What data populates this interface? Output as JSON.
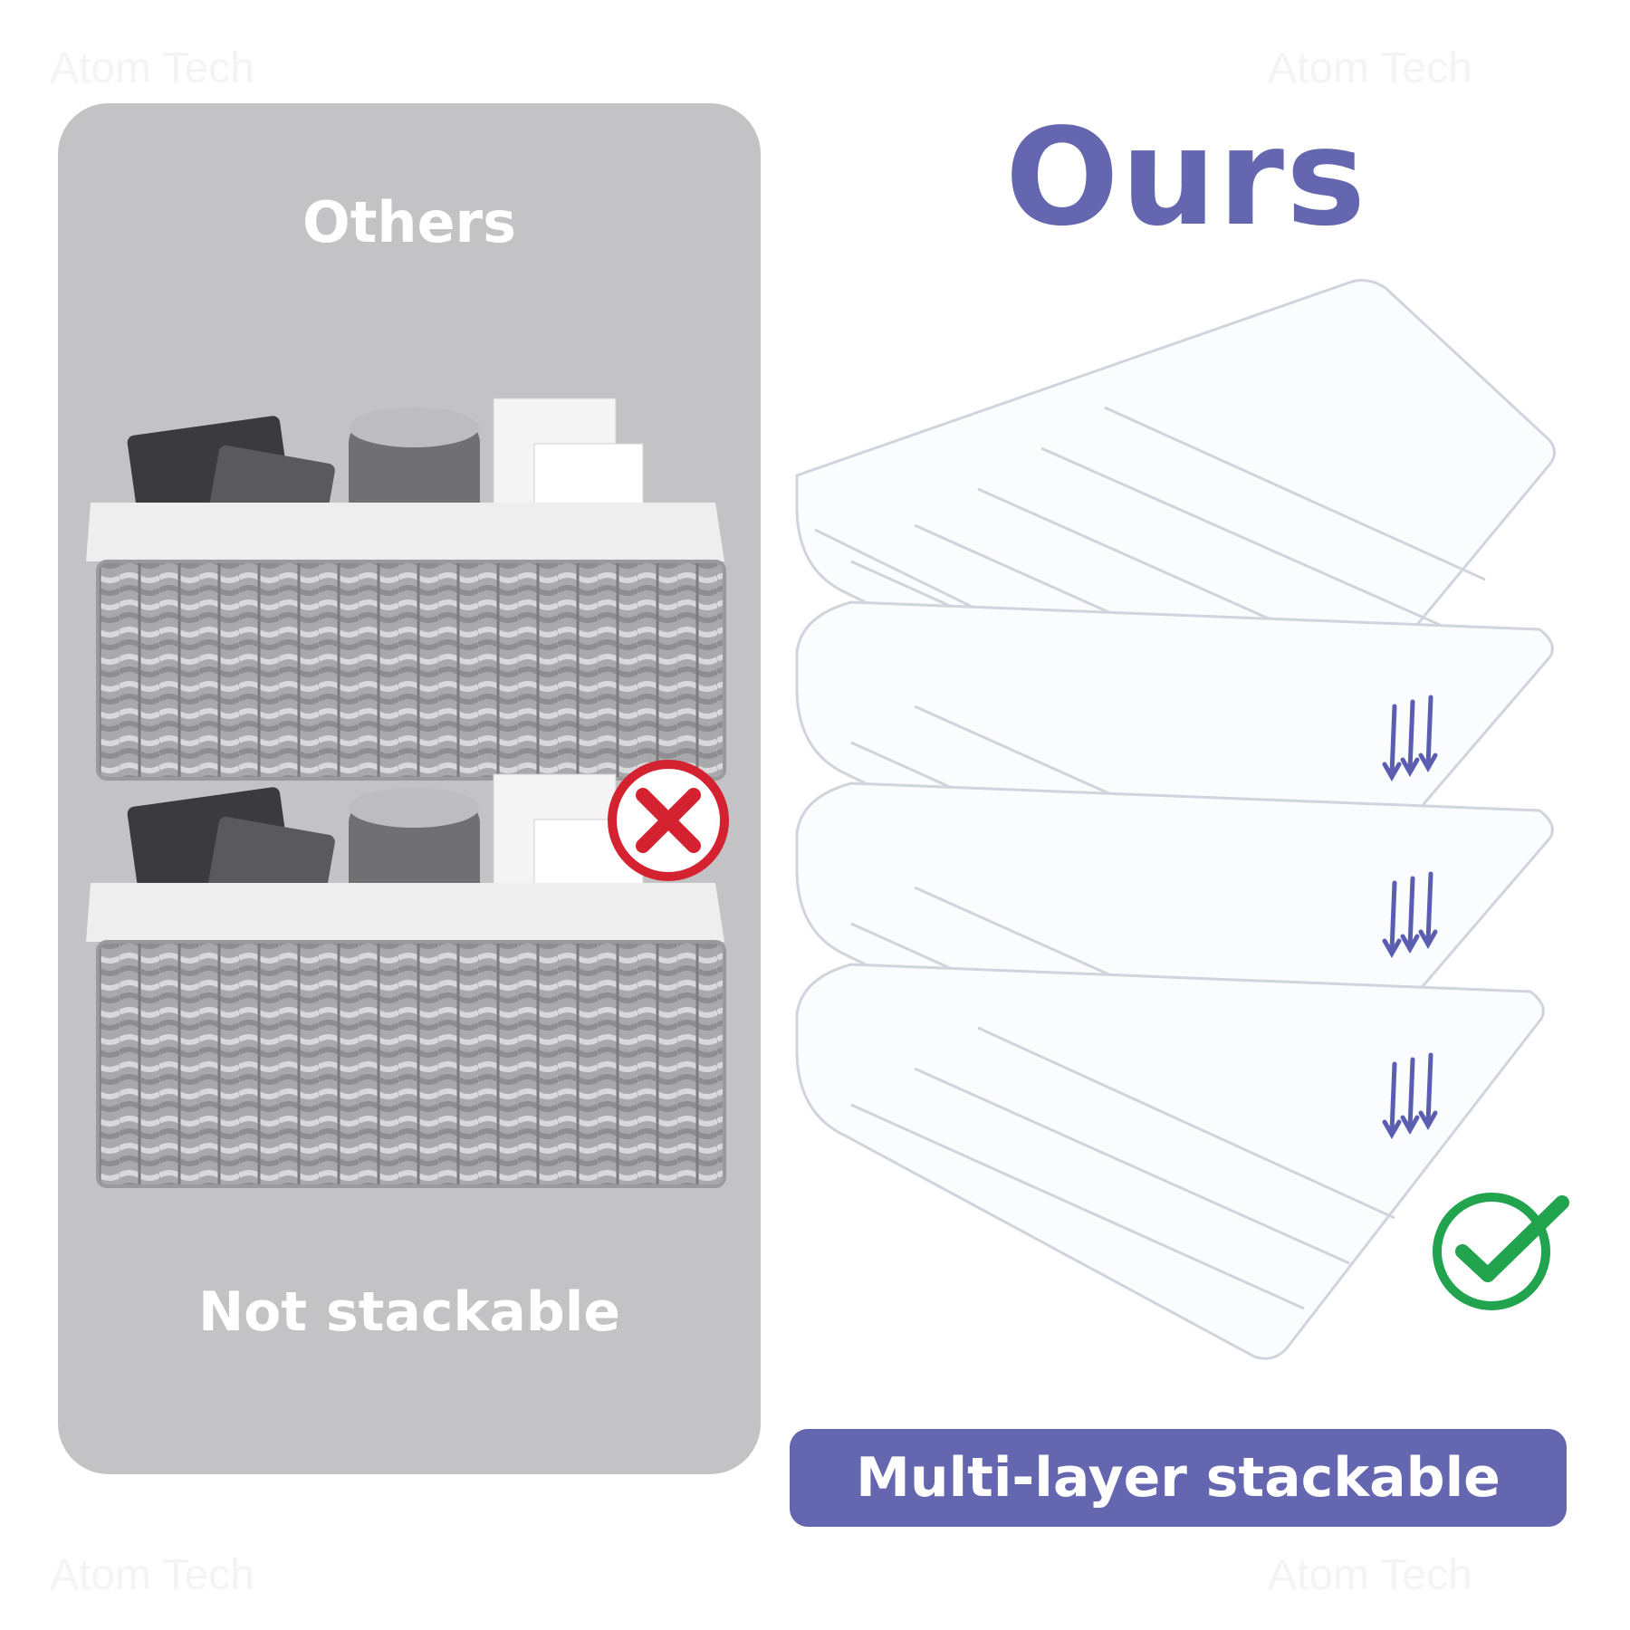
{
  "watermark": "Atom Tech",
  "left_panel": {
    "title": "Others",
    "caption": "Not stackable"
  },
  "right_panel": {
    "title": "Ours",
    "badge": "Multi-layer stackable"
  },
  "icons": {
    "cross": "cross-circle-icon",
    "check": "check-circle-icon",
    "arrows": "down-arrows-icon"
  },
  "colors": {
    "accent": "#6566b0",
    "panel": "#c3c3c6",
    "cross": "#d42230",
    "check": "#22a34e"
  }
}
